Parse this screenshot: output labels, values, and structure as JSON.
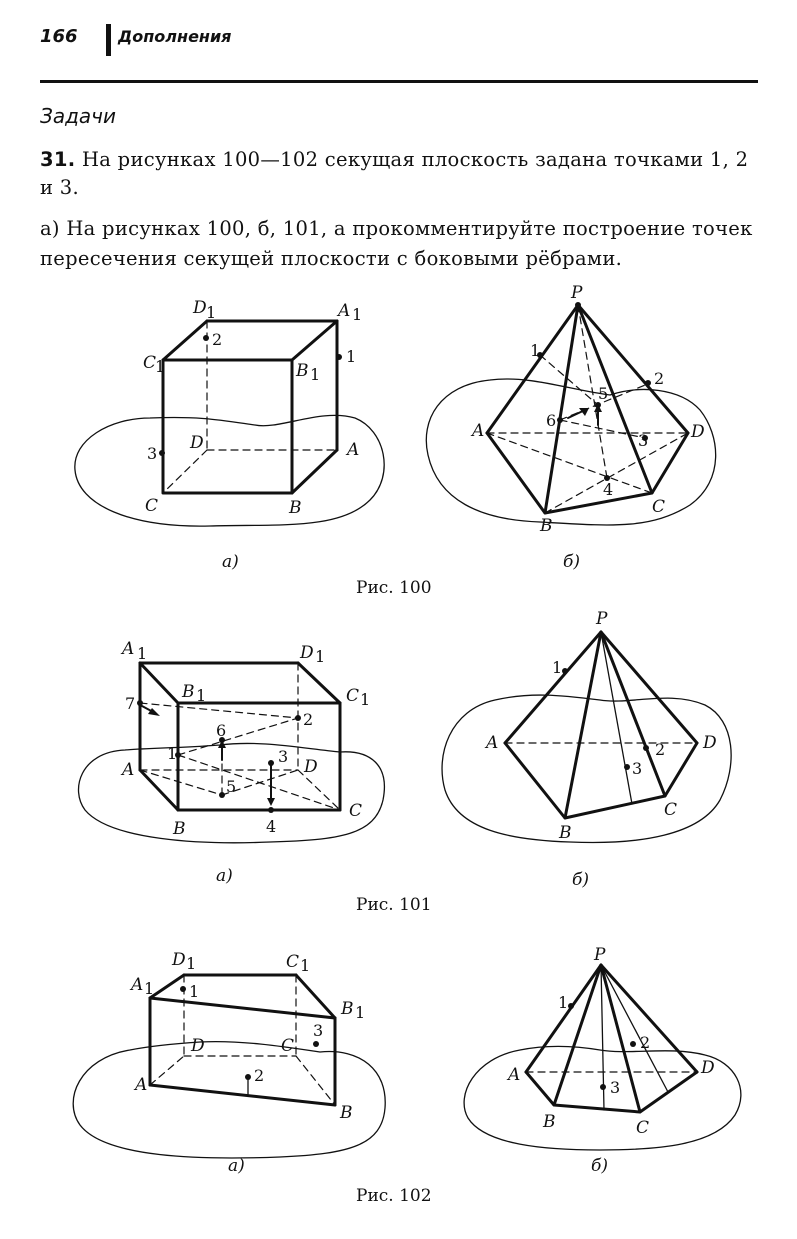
{
  "header": {
    "page_number": "166",
    "title": "Дополнения"
  },
  "section_title": "Задачи",
  "problem": {
    "number": "31.",
    "text": "На рисунках 100—102 секущая плоскость задана точками 1, 2 и 3."
  },
  "task_a": "а) На рисунках 100, б, 101, а прокомментируйте построение точек пересечения секущей плоскости с боковыми рёбрами.",
  "figures": {
    "fig100": {
      "caption": "Рис. 100",
      "sub_a": "а)",
      "sub_b": "б)",
      "a": {
        "D1": "D",
        "A1": "A",
        "C1": "C",
        "B1": "B",
        "D": "D",
        "A": "A",
        "C": "C",
        "B": "B",
        "s1": "1",
        "p1": "1",
        "p2": "2",
        "p3": "3"
      },
      "b": {
        "P": "P",
        "A": "A",
        "B": "B",
        "C": "C",
        "D": "D",
        "p1": "1",
        "p2": "2",
        "p3": "3",
        "p4": "4",
        "p5": "5",
        "p6": "6"
      }
    },
    "fig101": {
      "caption": "Рис. 101",
      "sub_a": "а)",
      "sub_b": "б)",
      "a": {
        "A1": "A",
        "D1": "D",
        "B1": "B",
        "C1": "C",
        "A": "A",
        "B": "B",
        "C": "C",
        "D": "D",
        "s1": "1",
        "p1": "1",
        "p2": "2",
        "p3": "3",
        "p4": "4",
        "p5": "5",
        "p6": "6",
        "p7": "7"
      },
      "b": {
        "P": "P",
        "A": "A",
        "B": "B",
        "C": "C",
        "D": "D",
        "p1": "1",
        "p2": "2",
        "p3": "3"
      }
    },
    "fig102": {
      "caption": "Рис. 102",
      "sub_a": "а)",
      "sub_b": "б)",
      "a": {
        "D1": "D",
        "C1": "C",
        "A1": "A",
        "B1": "B",
        "D": "D",
        "C": "C",
        "A": "A",
        "B": "B",
        "s1": "1",
        "p1": "1",
        "p2": "2",
        "p3": "3"
      },
      "b": {
        "P": "P",
        "A": "A",
        "B": "B",
        "C": "C",
        "D": "D",
        "p1": "1",
        "p2": "2",
        "p3": "3"
      }
    }
  }
}
